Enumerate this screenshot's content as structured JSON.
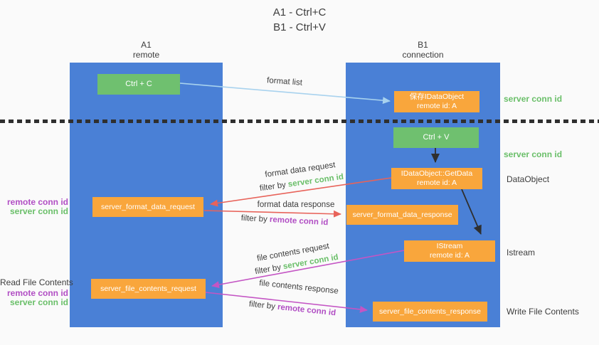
{
  "title": {
    "line1": "A1 - Ctrl+C",
    "line2": "B1 - Ctrl+V"
  },
  "lifelines": {
    "left": {
      "name": "A1",
      "role": "remote"
    },
    "right": {
      "name": "B1",
      "role": "connection"
    }
  },
  "nodes": {
    "ctrl_c": {
      "label": "Ctrl + C"
    },
    "save_dataobject": {
      "line1": "保存IDataObject",
      "line2": "remote id: A"
    },
    "ctrl_v": {
      "label": "Ctrl + V"
    },
    "getdata": {
      "line1": "IDataObject::GetData",
      "line2": "remote id: A"
    },
    "format_request": {
      "label": "server_format_data_request"
    },
    "format_response": {
      "label": "server_format_data_response"
    },
    "istream": {
      "line1": "IStream",
      "line2": "remote id: A"
    },
    "file_request": {
      "label": "server_file_contents_request"
    },
    "file_response": {
      "label": "server_file_contents_response"
    }
  },
  "left_labels": {
    "remote_conn_id_1": "remote conn id",
    "server_conn_id_1": "server conn id",
    "read_file_contents": "Read File Contents",
    "remote_conn_id_2": "remote conn id",
    "server_conn_id_2": "server conn id"
  },
  "right_labels": {
    "server_conn_id_1": "server conn id",
    "server_conn_id_2": "server conn id",
    "dataobject": "DataObject",
    "istream": "Istream",
    "write_file_contents": "Write File Contents"
  },
  "arrow_labels": {
    "format_list": "format list",
    "format_data_request": "format data request",
    "filter1": {
      "prefix": "filter by ",
      "value": "server conn id"
    },
    "format_data_response": "format data response",
    "filter2": {
      "prefix": "filter by ",
      "value": "remote conn id"
    },
    "file_contents_request": "file contents request",
    "filter3": {
      "prefix": "filter by ",
      "value": "server conn id"
    },
    "file_contents_response": "file contents response",
    "filter4": {
      "prefix": "filter by ",
      "value": "remote conn id"
    }
  },
  "colors": {
    "background": "#fafafa",
    "lifeline_blue": "#4a80d6",
    "node_orange": "#f9a63c",
    "node_green": "#6fc06f",
    "green_text": "#6abf69",
    "purple_text": "#b14ec4",
    "arrow_blue": "#a8d2ee",
    "arrow_red": "#e8635a",
    "arrow_magenta": "#c455c4",
    "arrow_black": "#2f2f2f",
    "text_dark": "#3d3d3d"
  }
}
